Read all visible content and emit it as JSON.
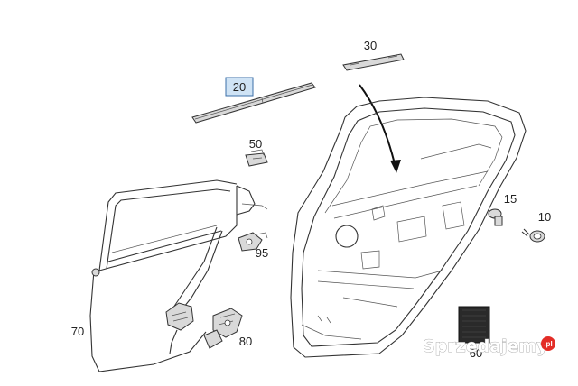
{
  "labels": {
    "part_20": "20",
    "part_30": "30",
    "part_50": "50",
    "part_15": "15",
    "part_10": "10",
    "part_95": "95",
    "part_70": "70",
    "part_80": "80",
    "part_60": "60"
  },
  "highlighted_part": "20",
  "colors": {
    "highlight_fill": "#cfe3f5",
    "highlight_stroke": "#3b6fa8",
    "line": "#333333",
    "watermark_accent": "#e32d27"
  },
  "watermark": {
    "text": "Sprzedajemy",
    "badge": ".pl"
  }
}
